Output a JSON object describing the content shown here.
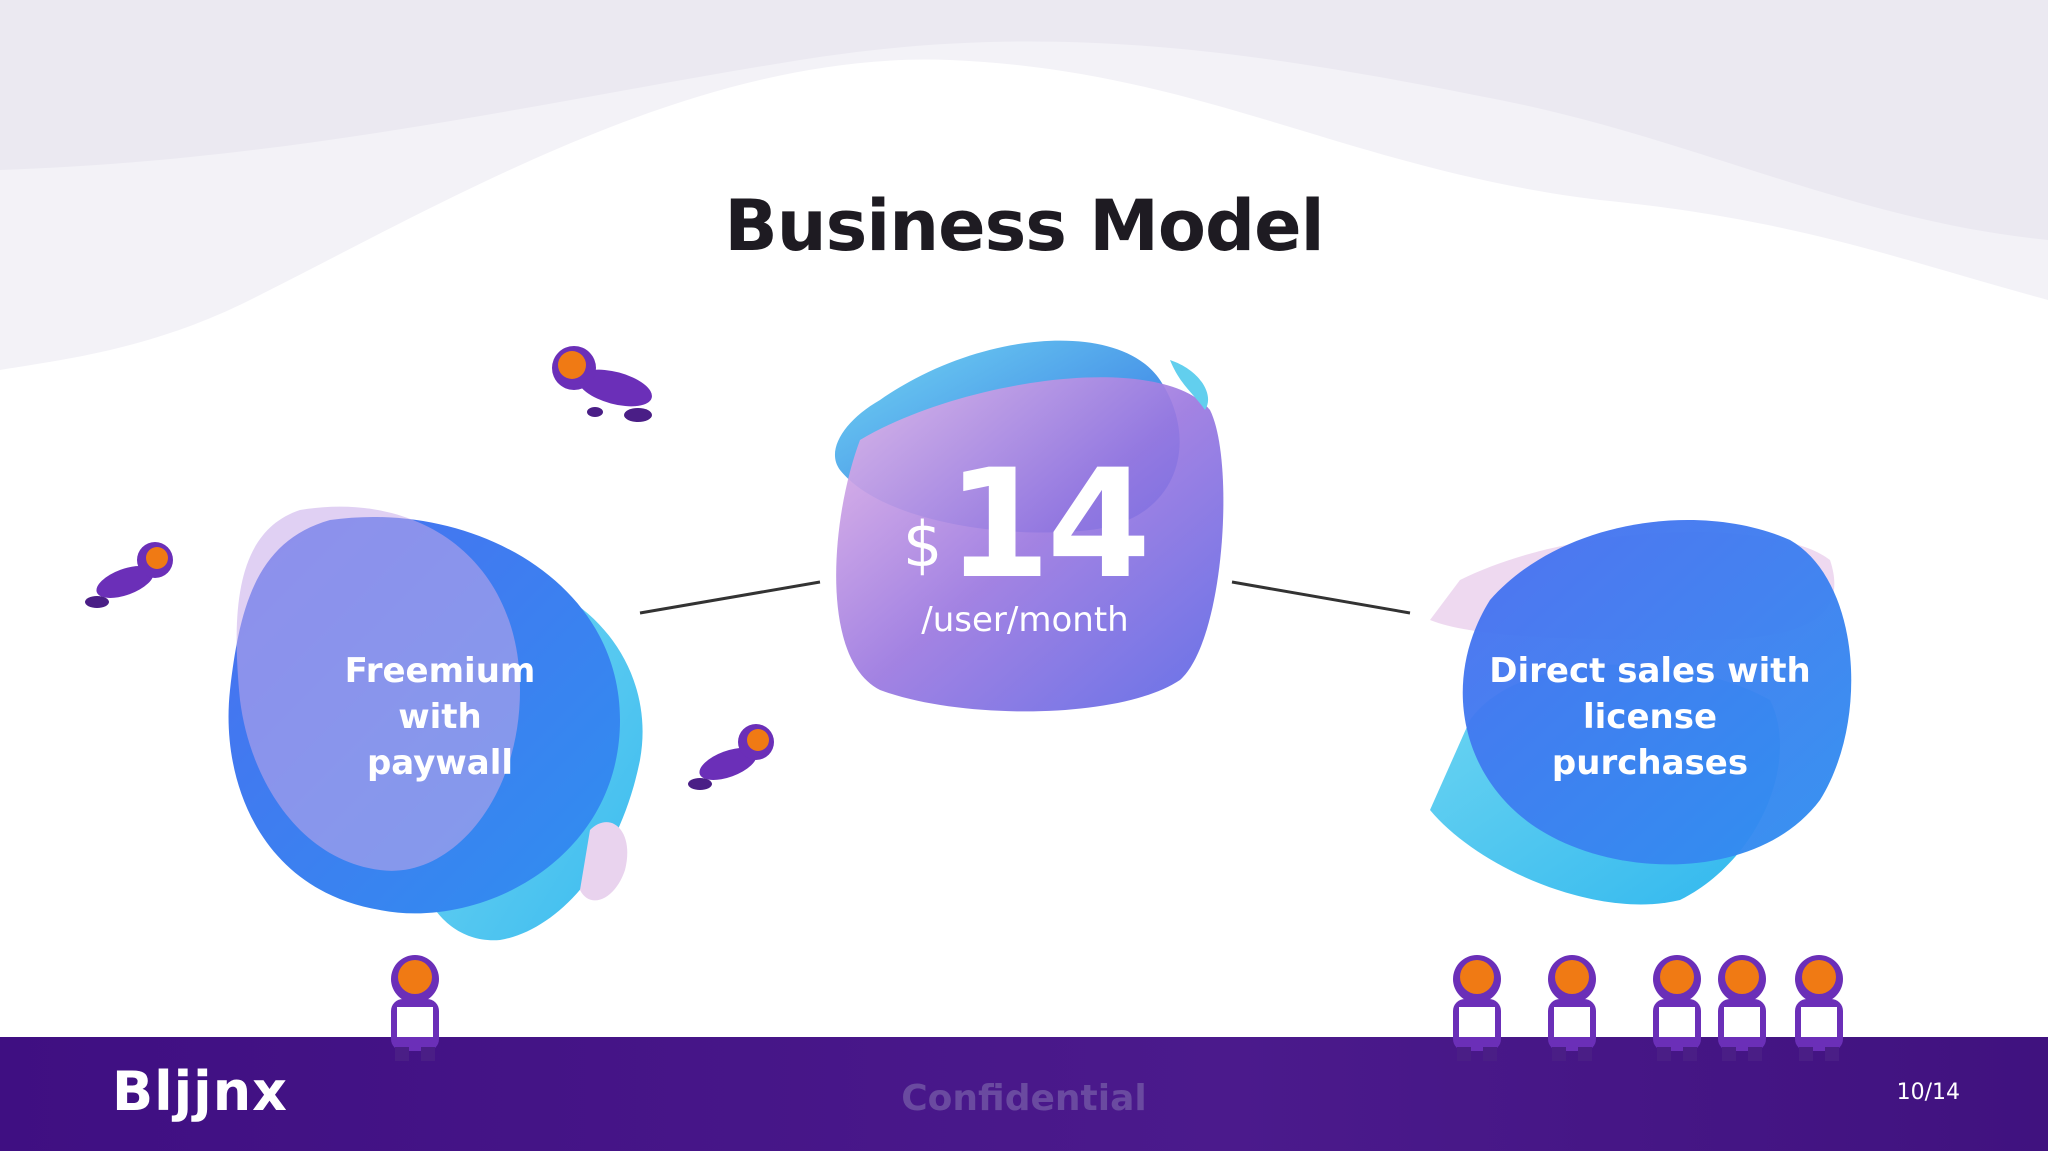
{
  "slide": {
    "title": "Business Model",
    "left_blob": {
      "line1": "Freemium with",
      "line2": "paywall"
    },
    "center_blob": {
      "currency": "$",
      "amount": "14",
      "unit": "/user/month"
    },
    "right_blob": {
      "line1": "Direct sales with",
      "line2": "license purchases"
    }
  },
  "footer": {
    "logo": "Bljjnx",
    "confidential": "Confidential",
    "page": "10/14"
  },
  "colors": {
    "footer": "#4b1a8c",
    "blue": "#2f6ee8",
    "cyan": "#3fc8ee",
    "violet": "#7a57d8",
    "pink": "#e6b6e6",
    "astronaut_body": "#6b2fb8",
    "astronaut_helmet": "#f07a14"
  },
  "icons": [
    "astronaut-icon"
  ]
}
